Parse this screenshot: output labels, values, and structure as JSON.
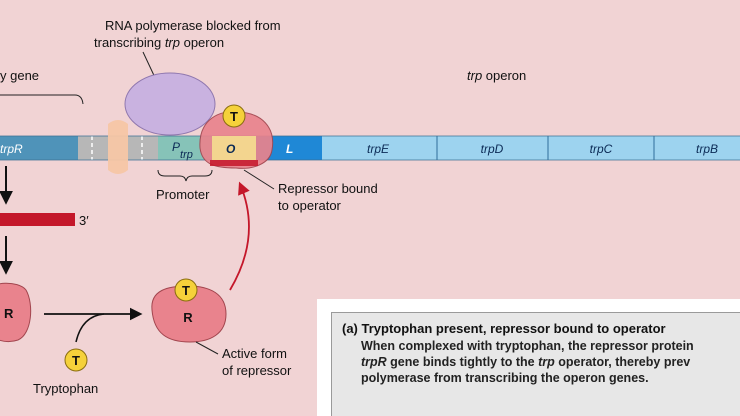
{
  "labels": {
    "polymerase_line1": "RNA polymerase blocked from",
    "polymerase_line2_prefix": "transcribing ",
    "polymerase_line2_italic": "trp",
    "polymerase_line2_suffix": " operon",
    "regulatory_gene": "y gene",
    "trp_operon_italic": "trp",
    "trp_operon_suffix": " operon",
    "promoter": "Promoter",
    "repressor_bound_line1": "Repressor bound",
    "repressor_bound_line2": "to operator",
    "active_form_line1": "Active form",
    "active_form_line2": "of repressor",
    "tryptophan": "Tryptophan",
    "three_prime": "3′"
  },
  "dna_segments": {
    "trpR": "trpR",
    "P": "P",
    "P_sub": "trp",
    "O": "O",
    "L": "L",
    "trpE": "trpE",
    "trpD": "trpD",
    "trpC": "trpC",
    "trpB": "trpB"
  },
  "molecules": {
    "tryptophan_symbol": "T",
    "repressor_symbol": "R"
  },
  "caption": {
    "title": "(a) Tryptophan present, repressor bound to operator",
    "line1": "When complexed with tryptophan, the repressor protein",
    "line2_italic1": "trpR",
    "line2_mid": " gene binds tightly to the ",
    "line2_italic2": "trp",
    "line2_suffix": " operator, thereby prev",
    "line3": "polymerase from transcribing the operon genes."
  },
  "colors": {
    "background": "#f1d3d4",
    "dna_blue": "#9dd3ef",
    "dna_dark_blue": "#4f93b9",
    "leader_blue": "#1f88d6",
    "promoter_teal": "#86c3b8",
    "operator_tan": "#f3d58f",
    "repressor_pink": "#e9838d",
    "tryptophan_yellow": "#f5d13a",
    "polymerase_lavender": "#c9b2e0",
    "mrna_red": "#c4172a",
    "arrow_red": "#c4172a"
  }
}
